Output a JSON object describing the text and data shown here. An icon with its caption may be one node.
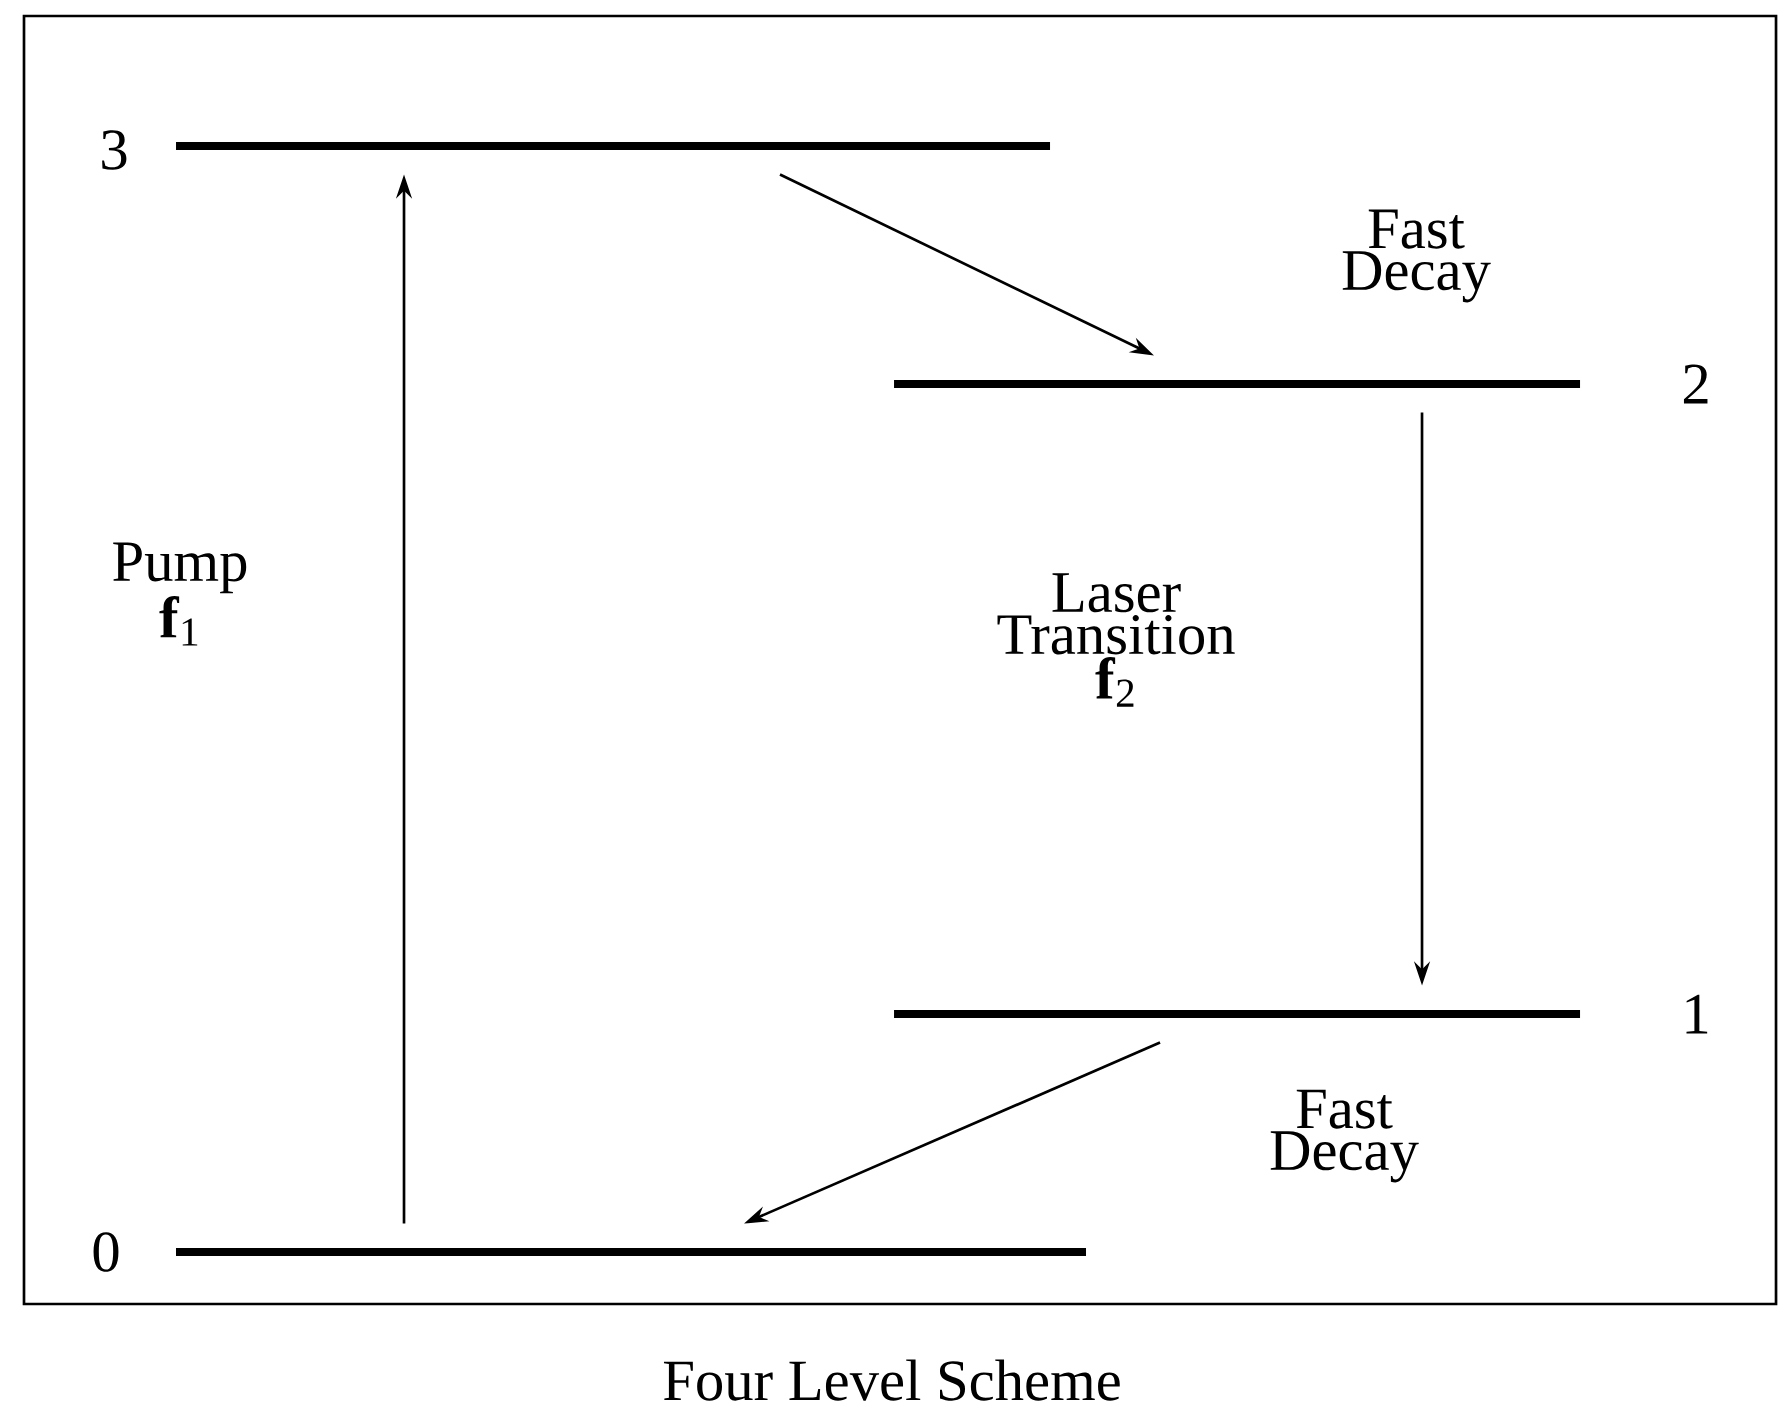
{
  "diagram": {
    "caption": "Four Level Scheme",
    "nodes": [
      {
        "text": [],
        "shape": "bar",
        "beside": [
          "3"
        ]
      },
      {
        "text": [],
        "shape": "bar",
        "beside": [
          "2"
        ]
      },
      {
        "text": [],
        "shape": "bar",
        "beside": [
          "1"
        ]
      },
      {
        "text": [],
        "shape": "bar",
        "beside": [
          "0"
        ]
      }
    ],
    "edges": [
      {
        "from": 3,
        "to": 0,
        "arrow": "to",
        "label": "Pump **f**$_{1}$"
      },
      {
        "from": 0,
        "to": 1,
        "arrow": "to",
        "label": "Fast Decay"
      },
      {
        "from": 1,
        "to": 2,
        "arrow": "to",
        "label": "Laser Transition **f**$_{2}$"
      },
      {
        "from": 2,
        "to": 3,
        "arrow": "to",
        "label": "Fast Decay"
      }
    ]
  }
}
